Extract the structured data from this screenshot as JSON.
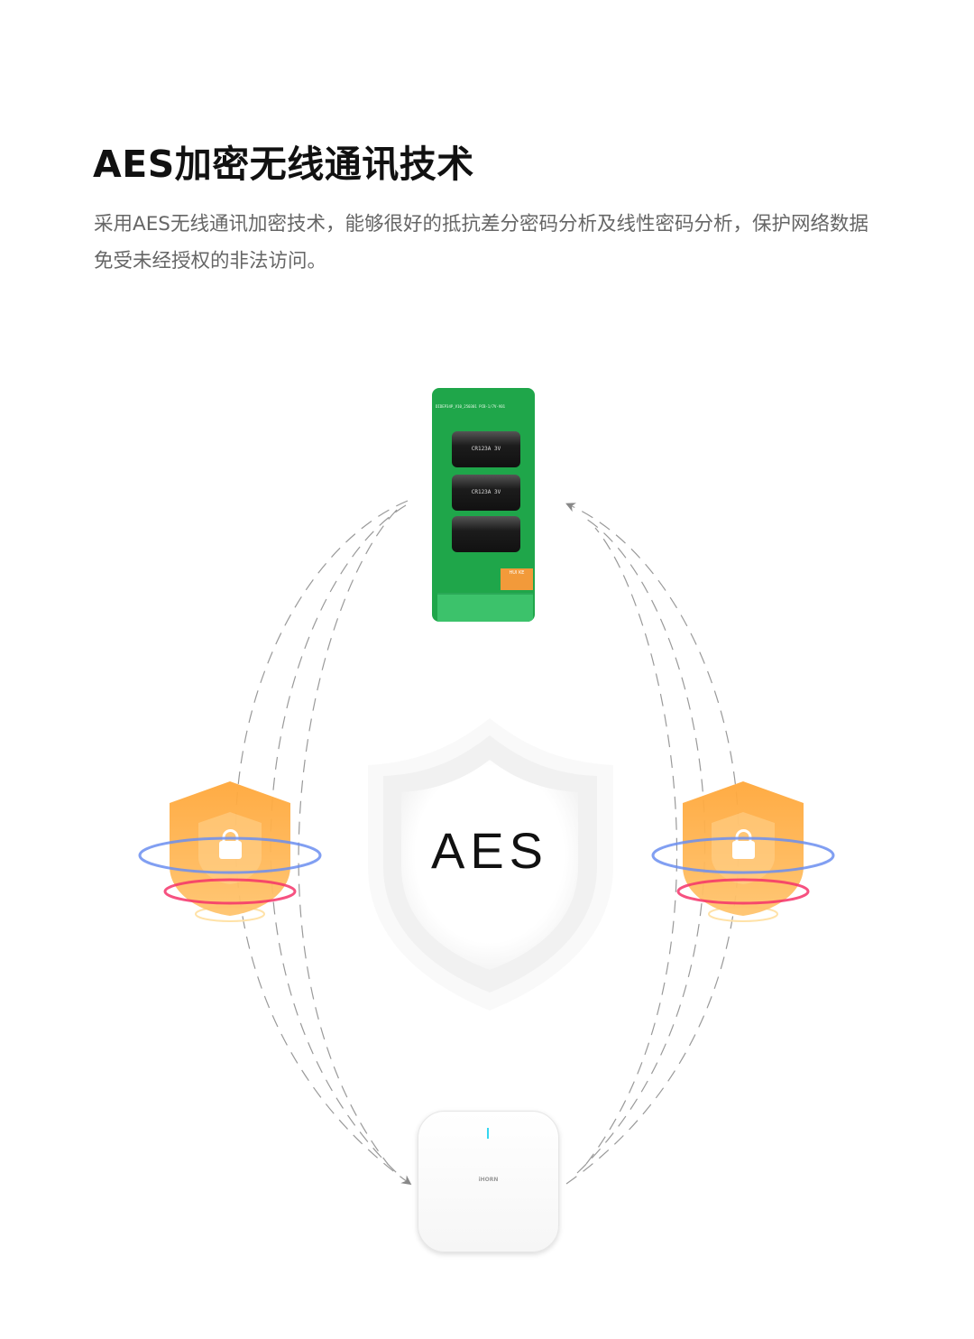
{
  "header": {
    "title": "AES加密无线通讯技术",
    "description": "采用AES无线通讯加密技术，能够很好的抵抗差分密码分析及线性密码分析，保护网络数据免受未经授权的非法访问。"
  },
  "diagram": {
    "center_label": "AES",
    "pcb": {
      "board_label": "DIDEP34P_V10_250301 PCB-1/7V-V01",
      "battery_labels": [
        "CR123A 3V",
        "CR123A 3V",
        ""
      ],
      "relay_label": "HUI KE"
    },
    "router_brand": "iHORN"
  },
  "colors": {
    "shield_orange": "#ffa93d",
    "ring_blue": "#6b8ef0",
    "ring_red": "#f5336a",
    "pcb_green": "#1fa64a",
    "led_cyan": "#35d6f0"
  }
}
